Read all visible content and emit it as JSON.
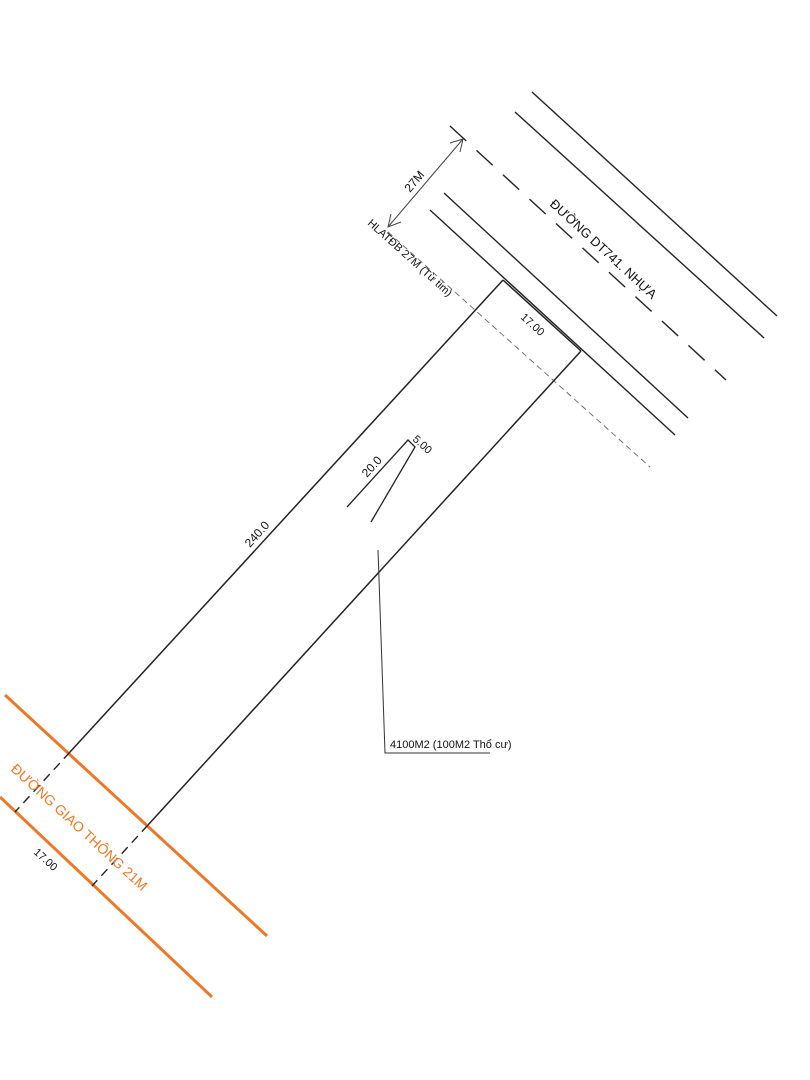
{
  "colors": {
    "line": "#222222",
    "dashed": "#444444",
    "accent": "#ea7a2a",
    "background": "#ffffff"
  },
  "road_top": {
    "name": "ĐƯỜNG DT741. NHỰA",
    "width_label": "27M",
    "setback_label": "HLATĐB 27M (Từ tim)"
  },
  "road_bottom": {
    "name": "ĐƯỜNG GIAO THÔNG 21M"
  },
  "lot": {
    "front_width": "17.00",
    "rear_width": "17.00",
    "length": "240.0",
    "residential_length": "20.0",
    "residential_width": "5.00",
    "area_note": "4100M2 (100M2 Thổ cư)"
  }
}
